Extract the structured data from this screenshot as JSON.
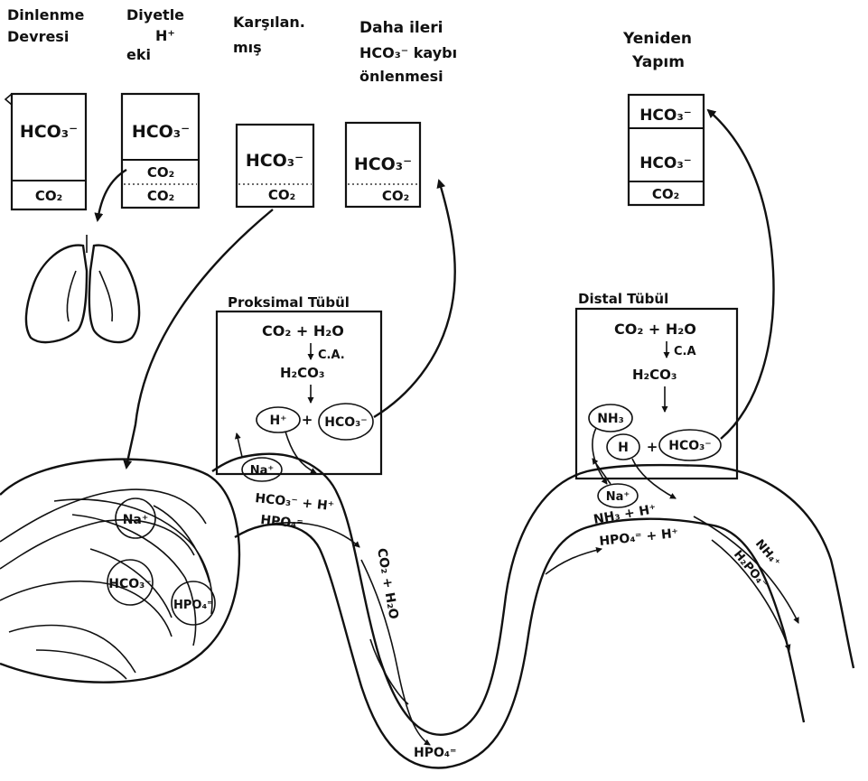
{
  "titles": {
    "col1_line1": "Dinlenme",
    "col1_line2": "Devresi",
    "col2_line1": "Diyetle",
    "col2_line2": "H⁺",
    "col2_line3": "eki",
    "col3_line1": "Karşılan.",
    "col3_line2": "mış",
    "col4_line1": "Daha ileri",
    "col4_line2": "HCO₃⁻ kaybı",
    "col4_line3": "önlenmesi",
    "col5_line1": "Yeniden",
    "col5_line2": "Yapım"
  },
  "boxes": {
    "b1_top": "HCO₃⁻",
    "b1_bottom": "CO₂",
    "b2_top": "HCO₃⁻",
    "b2_mid": "CO₂",
    "b2_bottom": "CO₂",
    "b3_top": "HCO₃⁻",
    "b3_bottom": "CO₂",
    "b4_top": "HCO₃⁻",
    "b4_bottom": "CO₂",
    "b5_top": "HCO₃⁻",
    "b5_mid": "HCO₃⁻",
    "b5_bottom": "CO₂"
  },
  "proximal": {
    "title": "Proksimal Tübül",
    "eq1": "CO₂ + H₂O",
    "enzyme": "C.A.",
    "acid": "H₂CO₃",
    "h": "H⁺",
    "plus": "+",
    "hco3": "HCO₃⁻",
    "na": "Na⁺"
  },
  "distal": {
    "title": "Distal Tübül",
    "eq1": "CO₂ + H₂O",
    "enzyme": "C.A",
    "acid": "H₂CO₃",
    "nh3": "NH₃",
    "h": "H",
    "plus": "+",
    "hco3": "HCO₃⁻",
    "na": "Na⁺"
  },
  "glomerulus": {
    "na": "Na⁺",
    "hco3": "HCO₃⁻",
    "hpo4": "HPO₄⁼"
  },
  "lumen": {
    "prox_hco3_h": "HCO₃⁻ + H⁺",
    "prox_hpo4": "HPO₄⁼",
    "co2_h2o": "CO₂ + H₂O",
    "loop_hpo4": "HPO₄⁼",
    "dist_nh3_h": "NH₃ + H⁺",
    "dist_hpo4_h": "HPO₄⁼ + H⁺",
    "dist_nh4": "NH₄⁺",
    "dist_h2po4": "H₂PO₄⁻"
  }
}
